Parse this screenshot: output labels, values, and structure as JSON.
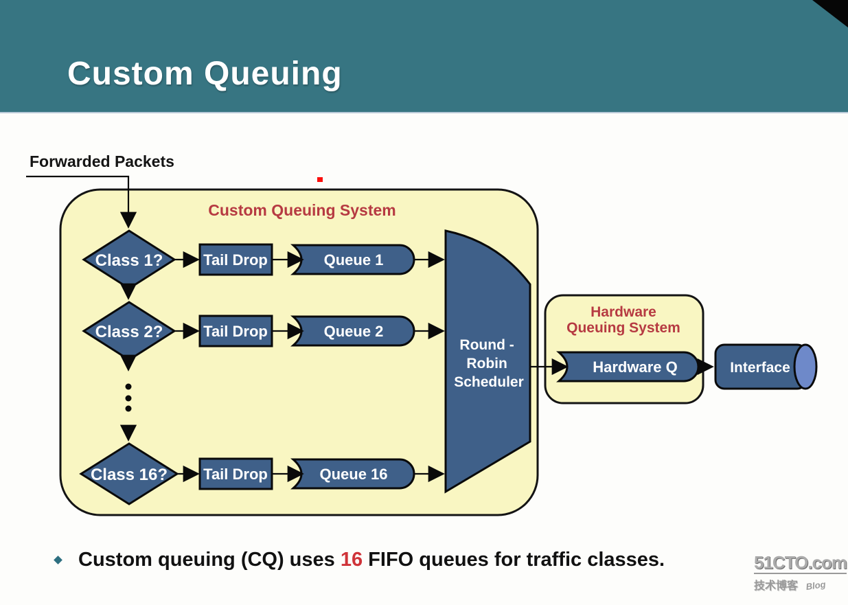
{
  "slide": {
    "title": "Custom Queuing",
    "bullet": {
      "prefix": "Custom queuing (CQ) uses ",
      "highlight": "16",
      "suffix": " FIFO queues for traffic classes."
    }
  },
  "diagram": {
    "forwarded_label": "Forwarded Packets",
    "cq_box_title": "Custom Queuing System",
    "rows": [
      {
        "class_label": "Class 1?",
        "drop_label": "Tail Drop",
        "queue_label": "Queue 1"
      },
      {
        "class_label": "Class 2?",
        "drop_label": "Tail Drop",
        "queue_label": "Queue 2"
      },
      {
        "class_label": "Class 16?",
        "drop_label": "Tail Drop",
        "queue_label": "Queue 16"
      }
    ],
    "scheduler_lines": [
      "Round -",
      "Robin",
      "Scheduler"
    ],
    "hw_title_line1": "Hardware",
    "hw_title_line2": "Queuing System",
    "hw_queue_label": "Hardware Q",
    "interface_label": "Interface"
  },
  "watermark": {
    "brand": "51CTO.com",
    "tagline": "技术博客",
    "blog": "Blog"
  },
  "colors": {
    "header_teal": "#377582",
    "box_cream": "#f9f6c2",
    "shape_blue": "#3f6089",
    "cylinder_face": "#6e89c9",
    "label_red": "#b63a42",
    "accent_red": "#cf3339",
    "bullet_teal": "#2d6f80",
    "watermark_gray": "#9a9a9a"
  }
}
